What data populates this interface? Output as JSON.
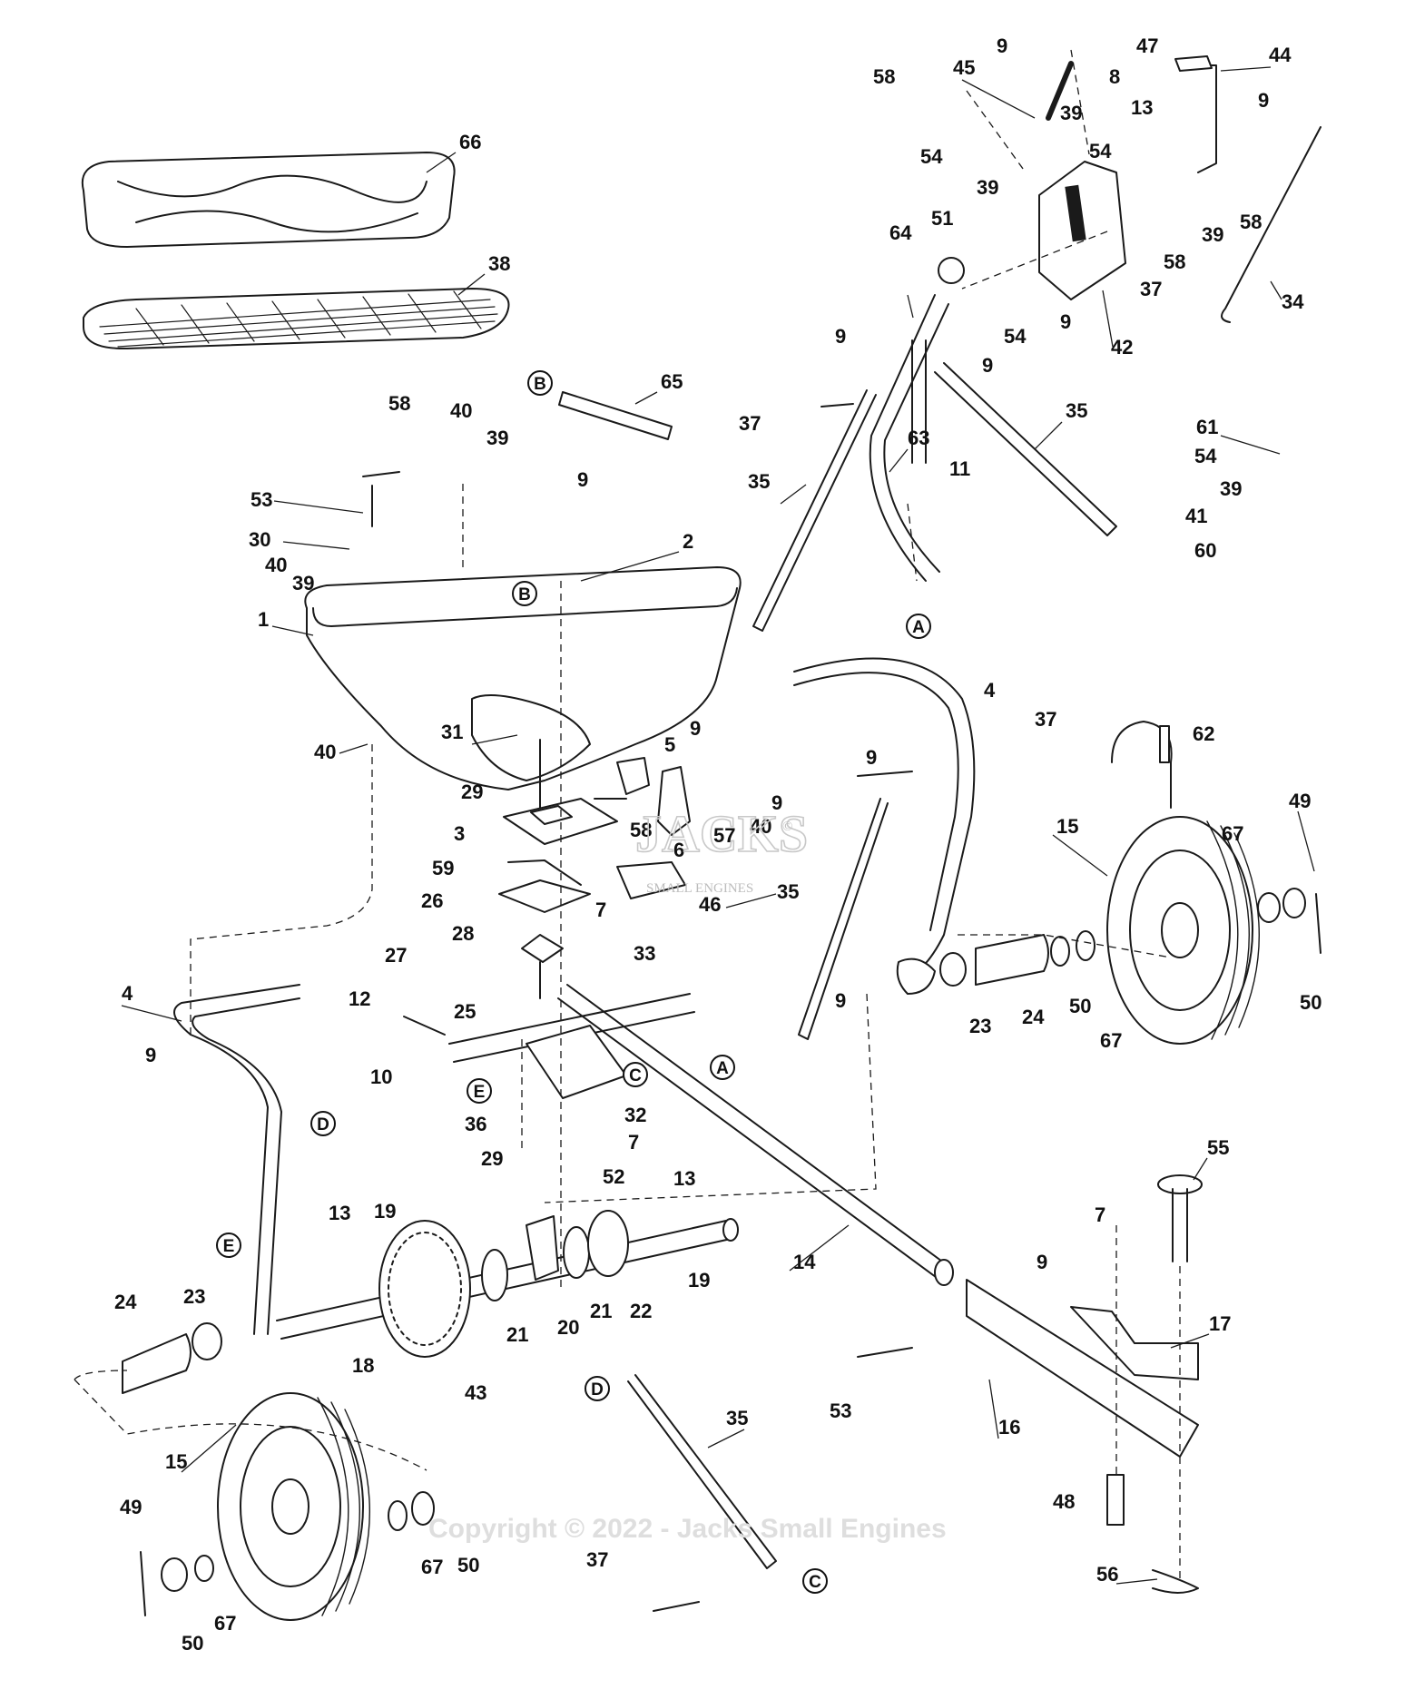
{
  "part_numbers": [
    "1",
    "2",
    "3",
    "4",
    "5",
    "6",
    "7",
    "8",
    "9",
    "10",
    "11",
    "12",
    "13",
    "14",
    "15",
    "16",
    "17",
    "18",
    "19",
    "20",
    "21",
    "22",
    "23",
    "24",
    "25",
    "26",
    "27",
    "28",
    "29",
    "30",
    "31",
    "32",
    "33",
    "34",
    "35",
    "36",
    "37",
    "38",
    "39",
    "40",
    "41",
    "42",
    "43",
    "44",
    "45",
    "46",
    "47",
    "48",
    "49",
    "50",
    "51",
    "52",
    "53",
    "54",
    "55",
    "56",
    "57",
    "58",
    "59",
    "60",
    "61",
    "62",
    "63",
    "64",
    "65",
    "66",
    "67"
  ],
  "reference_letters": [
    "A",
    "B",
    "C",
    "D",
    "E"
  ],
  "watermark": {
    "brand": "JACKS",
    "brand_mark": "©",
    "sub": "SMALL ENGINES"
  },
  "copyright": "Copyright © 2022 - Jacks Small Engines"
}
